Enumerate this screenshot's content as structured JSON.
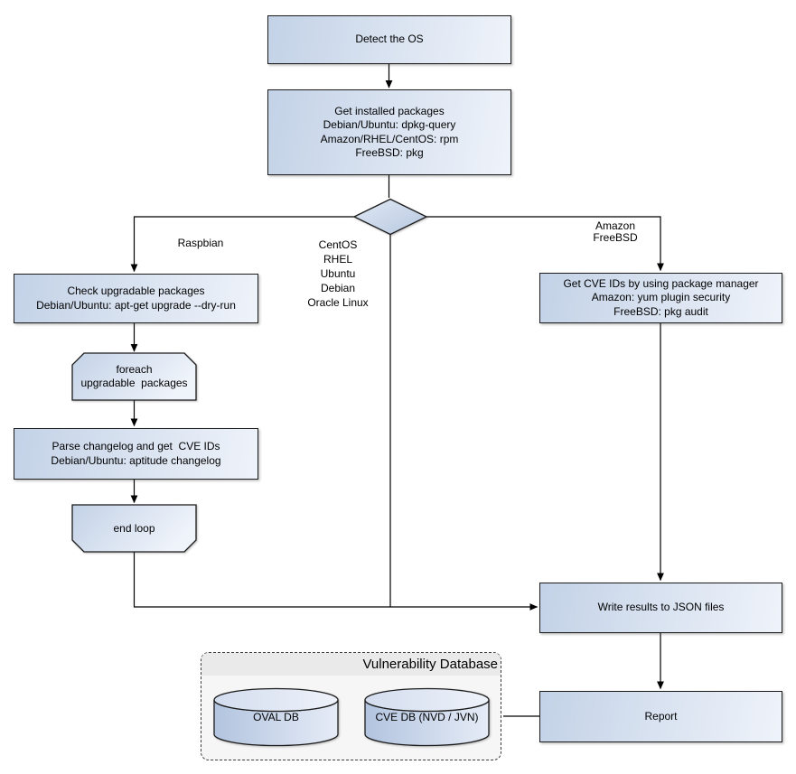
{
  "nodes": {
    "detect_os": {
      "text": "Detect the OS"
    },
    "get_installed": {
      "text": "Get installed packages\nDebian/Ubuntu: dpkg-query\nAmazon/RHEL/CentOS: rpm\nFreeBSD: pkg"
    },
    "check_upgradable": {
      "text": "Check upgradable packages\nDebian/Ubuntu: apt-get upgrade --dry-run"
    },
    "foreach_loop": {
      "text": "foreach\nupgradable  packages"
    },
    "parse_changelog": {
      "text": "Parse changelog and get  CVE IDs\nDebian/Ubuntu: aptitude changelog"
    },
    "end_loop": {
      "text": "end loop"
    },
    "get_cve": {
      "text": "Get CVE IDs by using package manager\nAmazon: yum plugin security\nFreeBSD: pkg audit"
    },
    "write_results": {
      "text": "Write results to JSON files"
    },
    "report": {
      "text": "Report"
    },
    "oval_db": {
      "text": "OVAL DB"
    },
    "cve_db": {
      "text": "CVE DB (NVD / JVN)"
    }
  },
  "labels": {
    "left_branch": "Raspbian",
    "center_branch": "CentOS\nRHEL\nUbuntu\nDebian\nOracle Linux",
    "right_branch": "Amazon\nFreeBSD"
  },
  "group": {
    "title": "Vulnerability Database"
  },
  "colors": {
    "node-fill-dark": "#c3d2e7",
    "node-fill-light": "#eff3fa",
    "diamond-light": "#e0e8f3",
    "diamond-dark": "#b7c8e1",
    "cylinder-dark": "#b2c4df",
    "cylinder-light": "#e6ecf7",
    "cylinder-top": "#e9eef8",
    "group-body": "#f6f6f6",
    "group-header": "#eaeaea",
    "line": "#000000",
    "border": "#1c1c1c"
  }
}
